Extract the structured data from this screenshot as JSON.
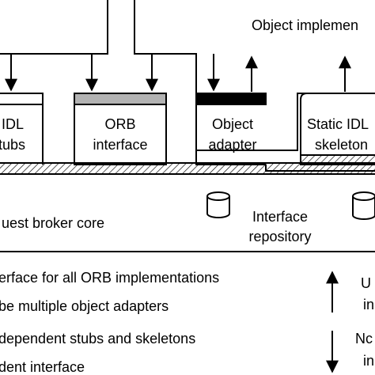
{
  "diagram": {
    "client_box_label": "",
    "object_implementation_label": "Object implemen",
    "dynamic_idl_stubs": {
      "line1": "IDL",
      "line2": "tubs"
    },
    "orb_interface": {
      "line1": "ORB",
      "line2": "interface"
    },
    "object_adapter": {
      "line1": "Object",
      "line2": "adapter"
    },
    "static_idl_skeleton": {
      "line1": "Static IDL",
      "line2": "skeleton"
    },
    "orb_core_label": "uest broker core",
    "interface_repository": {
      "line1": "Interface",
      "line2": "repository"
    }
  },
  "legend": {
    "items": [
      "erface for all ORB implementations",
      "be multiple object adapters",
      "dependent stubs and skeletons",
      "dent interface"
    ],
    "right": {
      "up_line1": "U",
      "up_line2": "in",
      "down_line1": "Nc",
      "down_line2": "in"
    }
  },
  "colors": {
    "orb_interface_bar": "#b3b3b3",
    "object_adapter_bar": "#000000",
    "stroke": "#000000"
  }
}
